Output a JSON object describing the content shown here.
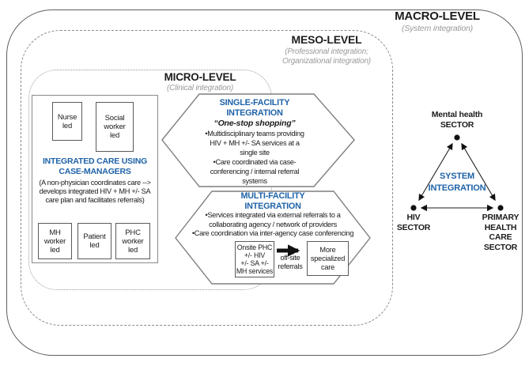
{
  "palette": {
    "accent_blue": "#1e62a8",
    "muted_gray": "#9a9a9a",
    "line_gray": "#7a7a7a",
    "text_black": "#1b1b1b"
  },
  "levels": {
    "macro": {
      "title": "MACRO-LEVEL",
      "subtitle": "(System integration)"
    },
    "meso": {
      "title": "MESO-LEVEL",
      "subtitle": "(Professional integration;\nOrganizational integration)"
    },
    "micro": {
      "title": "MICRO-LEVEL",
      "subtitle": "(Clinical integration)"
    }
  },
  "case_manager_panel": {
    "heading": "INTEGRATED CARE USING\nCASE-MANAGERS",
    "description": "(A non-physician coordinates care -->\ndevelops integrated HIV + MH +/- SA\ncare plan and facilitates referrals)",
    "top_boxes": [
      "Nurse\nled",
      "Social\nworker\nled"
    ],
    "bottom_boxes": [
      "MH\nworker\nled",
      "Patient\nled",
      "PHC\nworker\nled"
    ]
  },
  "single_facility": {
    "heading": "SINGLE-FACILITY\nINTEGRATION",
    "tagline": "“One-stop shopping”",
    "bullets": [
      "•Multidisciplinary teams providing\nHIV + MH +/- SA services at a\nsingle site",
      "•Care coordinated via case-\nconferencing / internal referral\nsystems"
    ]
  },
  "multi_facility": {
    "heading": "MULTI-FACILITY\nINTEGRATION",
    "bullets": [
      "•Services integrated via external referrals to a\ncollaborating agency / network of providers",
      "•Care coordination via inter-agency case conferencing"
    ],
    "flow": {
      "source": "Onsite PHC\n+/- HIV\n+/- SA +/-\nMH services",
      "arrow_label": "off-site\nreferrals",
      "target": "More\nspecialized\ncare"
    }
  },
  "system_triangle": {
    "heading": "SYSTEM\nINTEGRATION",
    "top_node": "Mental health\nSECTOR",
    "left_node": "HIV\nSECTOR",
    "right_node": "PRIMARY\nHEALTH\nCARE\nSECTOR"
  }
}
